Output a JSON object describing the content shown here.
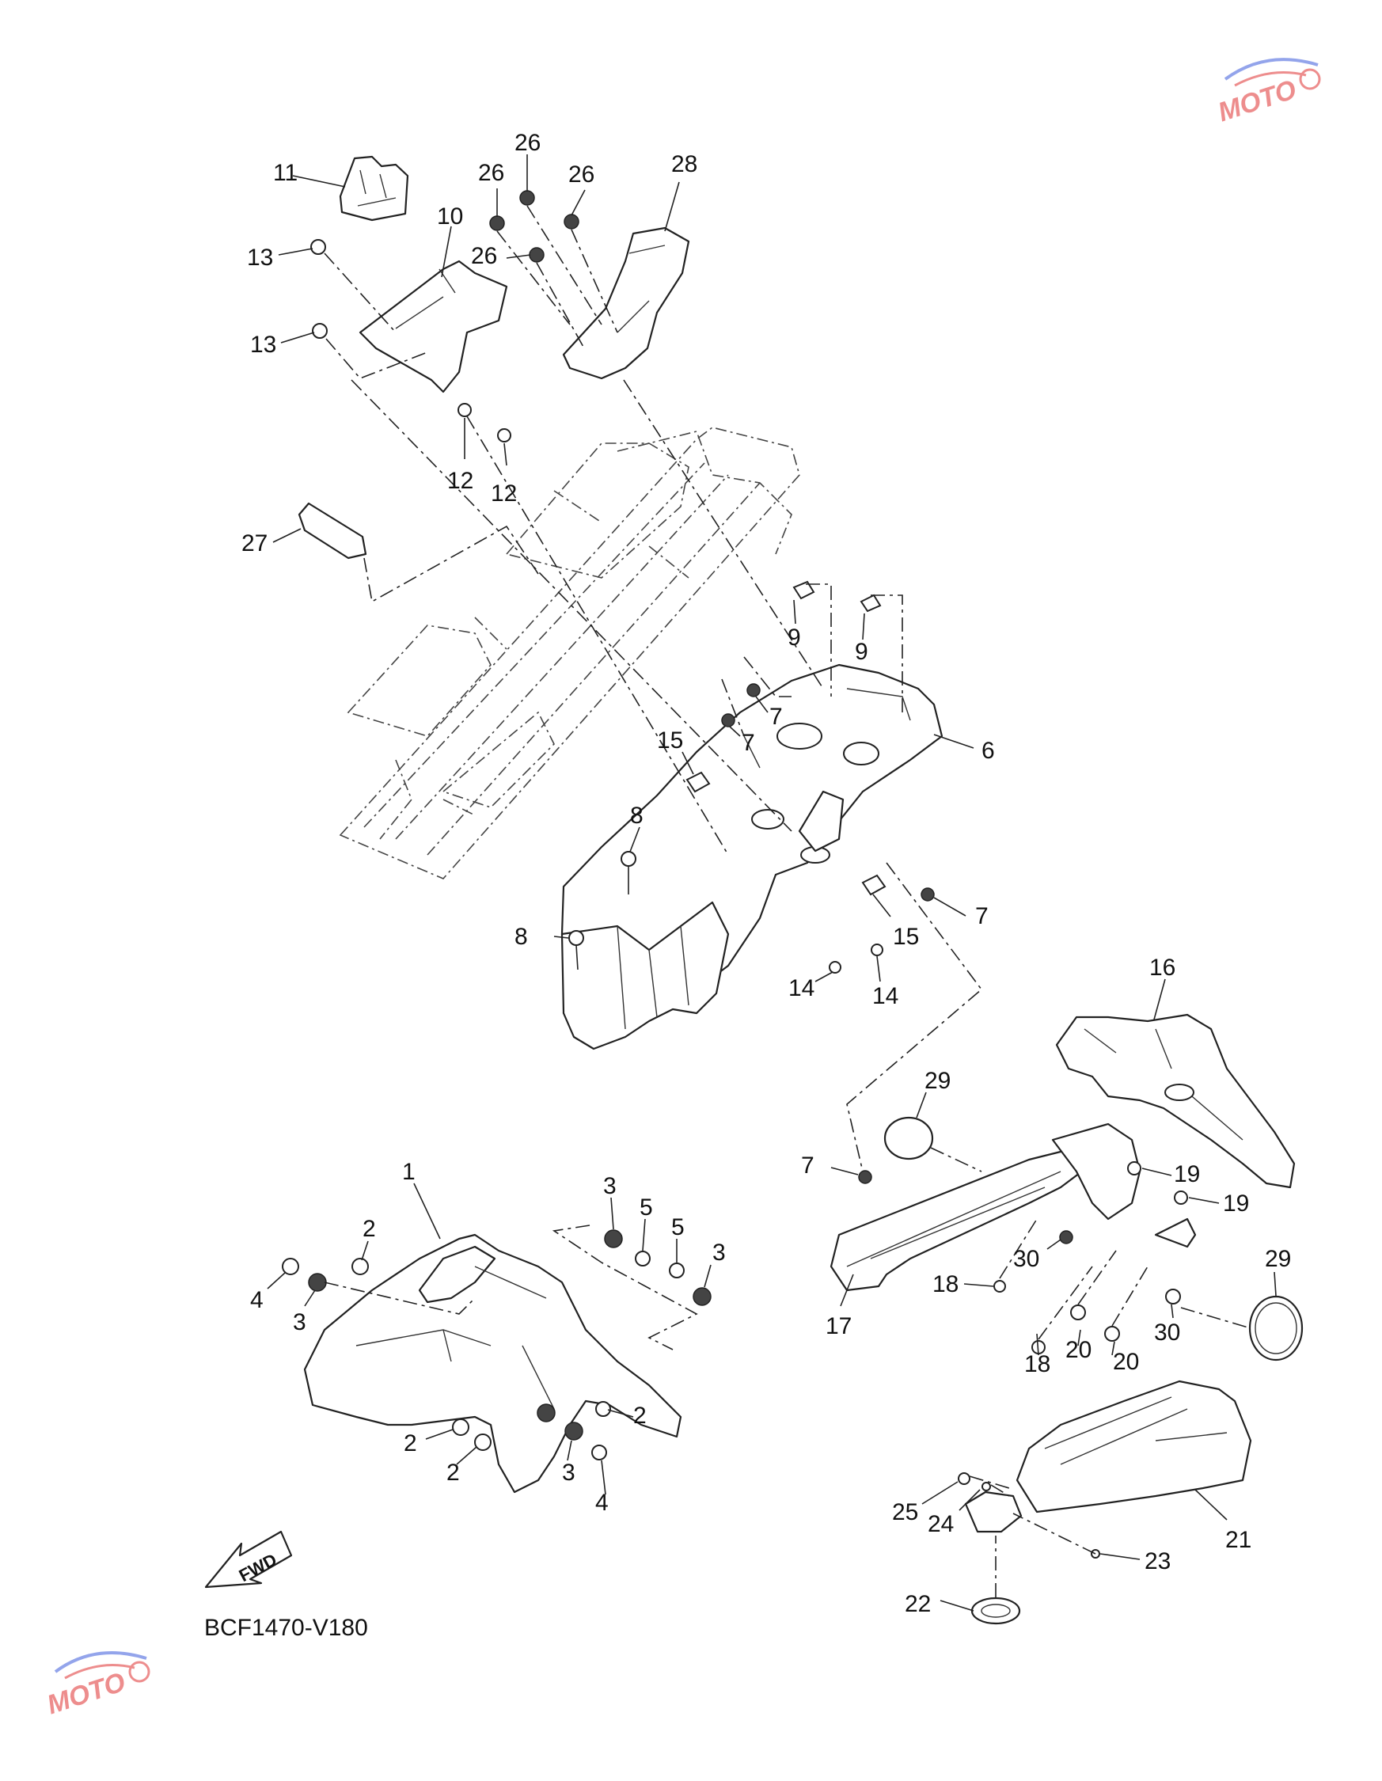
{
  "diagram_code": "BCF1470-V180",
  "fwd_label": "FWD",
  "watermark_text": "MOTO",
  "colors": {
    "line": "#222222",
    "watermark_blue": "#3b5bdb",
    "watermark_red": "#e03131"
  },
  "callouts": {
    "c1": "1",
    "c2a": "2",
    "c2b": "2",
    "c2c": "2",
    "c2d": "2",
    "c3a": "3",
    "c3b": "3",
    "c3c": "3",
    "c3d": "3",
    "c4a": "4",
    "c4b": "4",
    "c5a": "5",
    "c5b": "5",
    "c6": "6",
    "c7a": "7",
    "c7b": "7",
    "c7c": "7",
    "c7d": "7",
    "c8a": "8",
    "c8b": "8",
    "c9a": "9",
    "c9b": "9",
    "c10": "10",
    "c11": "11",
    "c12a": "12",
    "c12b": "12",
    "c13a": "13",
    "c13b": "13",
    "c14a": "14",
    "c14b": "14",
    "c15a": "15",
    "c15b": "15",
    "c16": "16",
    "c17": "17",
    "c18a": "18",
    "c18b": "18",
    "c19a": "19",
    "c19b": "19",
    "c20a": "20",
    "c20b": "20",
    "c21": "21",
    "c22": "22",
    "c23": "23",
    "c24": "24",
    "c25": "25",
    "c26a": "26",
    "c26b": "26",
    "c26c": "26",
    "c26d": "26",
    "c27": "27",
    "c28": "28",
    "c29a": "29",
    "c29b": "29",
    "c30a": "30",
    "c30b": "30"
  }
}
